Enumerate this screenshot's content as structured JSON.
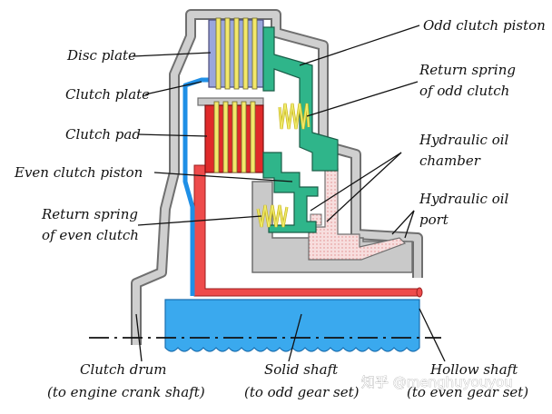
{
  "labels": {
    "disc_plate": "Disc plate",
    "clutch_plate": "Clutch plate",
    "clutch_pad": "Clutch pad",
    "even_clutch_piston": "Even clutch piston",
    "return_spring_even_l1": "Return spring",
    "return_spring_even_l2": "of even clutch",
    "odd_clutch_piston": "Odd clutch piston",
    "return_spring_odd_l1": "Return spring",
    "return_spring_odd_l2": "of odd clutch",
    "hydraulic_oil_chamber_l1": "Hydraulic oil",
    "hydraulic_oil_chamber_l2": "chamber",
    "hydraulic_oil_port_l1": "Hydraulic oil",
    "hydraulic_oil_port_l2": "port",
    "clutch_drum_l1": "Clutch drum",
    "clutch_drum_l2": "(to engine crank shaft)",
    "solid_shaft_l1": "Solid shaft",
    "solid_shaft_l2": "(to odd gear set)",
    "hollow_shaft_l1": "Hollow shaft",
    "hollow_shaft_l2": "(to even gear set)"
  },
  "watermark": "知乎 @menghuyouyou",
  "colors": {
    "housing_gray": "#c8c8c8",
    "housing_outline": "#6f6f6f",
    "disc_blue_purple": "#9aa6dc",
    "clutch_pad_red": "#e02a2a",
    "odd_piston_green": "#2fb58a",
    "hollow_shaft_red": "#ee4b4b",
    "solid_shaft_blue": "#3aa9ee",
    "inner_blue_line": "#1f8fe6",
    "spring_yellow": "#e8e84a",
    "oil_pink": "#f7d9d9"
  }
}
